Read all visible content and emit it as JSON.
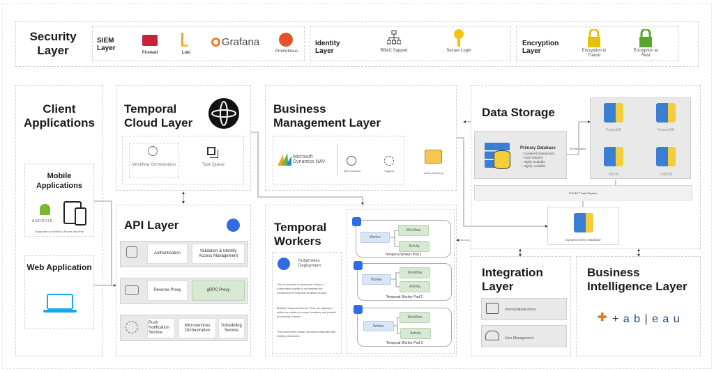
{
  "security": {
    "title": "Security Layer",
    "siem": {
      "label": "SIEM Layer",
      "items": [
        "Firewall",
        "Loki",
        "Grafana",
        "Prometheus"
      ]
    },
    "identity": {
      "label": "Identity Layer",
      "items": [
        "RBAC Support",
        "Secure Login"
      ]
    },
    "encryption": {
      "label": "Encryption Layer",
      "items": [
        "Encryption in Transit",
        "Encryption at Rest"
      ]
    }
  },
  "client": {
    "title": "Client Applications",
    "mobile": {
      "title": "Mobile Applications",
      "android": "ANDROID",
      "note": "Supported on Android, iPhone and iPad"
    },
    "web": {
      "title": "Web Application"
    }
  },
  "temporal_cloud": {
    "title": "Temporal Cloud Layer",
    "items": [
      "Workflow Orchestration",
      "Task Queue"
    ]
  },
  "api": {
    "title": "API Layer",
    "rows": [
      [
        "Authentication",
        "Validation & Identity Access Management"
      ],
      [
        "Reverse Proxy",
        "gRPC Proxy"
      ],
      [
        "Push Notification Service",
        "Microservices Orchestration",
        "Scheduling Service"
      ]
    ]
  },
  "business": {
    "title": "Business Management Layer",
    "brand_line1": "Microsoft",
    "brand_line2": "Dynamics NAV",
    "items": [
      "Web Services",
      "Triggers"
    ],
    "active_directory": "Active Directory"
  },
  "workers": {
    "title": "Temporal Workers",
    "k8s_title": "Kubernetes Deployment",
    "bullets": [
      "The on-premise environment utilizes a Kubernetes cluster to orchestrate the containerized Temporal workflow engine.",
      "Multiple Temporal Worker Pods are deployed within the cluster to ensure scalable and parallel processing of tasks.",
      "The Kubernetes cluster securely integrates with existing resources."
    ],
    "pod_badge": "pod",
    "worker": "Worker",
    "workflow": "Workflow",
    "activity": "Activity",
    "pods": [
      "Temporal Worker Pod 1",
      "Temporal Worker Pod 2",
      "Temporal Worker Pod 3"
    ]
  },
  "storage": {
    "title": "Data Storage",
    "primary": {
      "title": "Primary Database",
      "features": [
        "- Clustered Deployment",
        "- Fault Tolerant",
        "- Highly Scalable",
        "- Highly Available"
      ]
    },
    "replication": "DB Replication",
    "dbs": [
      "ProjectDB",
      "FinanceDB",
      "HRDB",
      "CRMDB"
    ],
    "pipeline": "ETL/ELT Data Pipeline",
    "nav_db": "Dynamics NAV Database"
  },
  "integration": {
    "title": "Integration Layer",
    "items": [
      "Internal Applications",
      "User Management"
    ]
  },
  "bi": {
    "title": "Business Intelligence Layer",
    "brand": "+ a b | e a u"
  },
  "colors": {
    "k8s": "#326ce5",
    "db_yellow": "#f5cc3a",
    "db_blue": "#3b7fd4",
    "green": "#d7e9d2",
    "gray": "#e9e9e9"
  }
}
